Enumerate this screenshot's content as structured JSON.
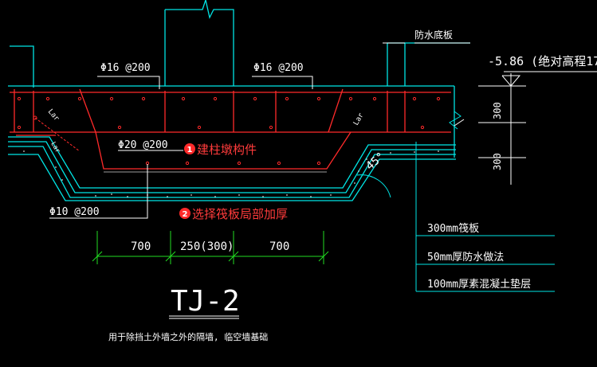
{
  "labels": {
    "waterproof_bottom_plate": "防水底板",
    "elevation": "-5.86 (绝对高程17",
    "rebar_top_left": "Φ16 @200",
    "rebar_top_right": "Φ16 @200",
    "rebar_bottom": "Φ20 @200",
    "rebar_stirrup": "Φ10 @200",
    "lar_left": "Lar",
    "lar_right": "Lar",
    "lar_diag": "Lar",
    "angle": "45°",
    "dim_300_top": "300",
    "dim_300_bottom": "300",
    "dim_700_left": "700",
    "dim_250": "250(300)",
    "dim_700_right": "700",
    "layer_raft": "300mm筏板",
    "layer_waterproof": "50mm厚防水做法",
    "layer_concrete": "100mm厚素混凝土垫层",
    "drawing_id": "TJ-2",
    "caption": "用于除挡土外墙之外的隔墙, 临空墙基础"
  },
  "annotations": [
    {
      "num": "1",
      "text": "建柱墩构件"
    },
    {
      "num": "2",
      "text": "选择筏板局部加厚"
    }
  ],
  "colors": {
    "background": "#000000",
    "concrete_outline": "#00e5e5",
    "rebar": "#ff2a2a",
    "leader": "#ffffff",
    "dimension": "#22dd22",
    "annotation": "#ff3b3b"
  }
}
